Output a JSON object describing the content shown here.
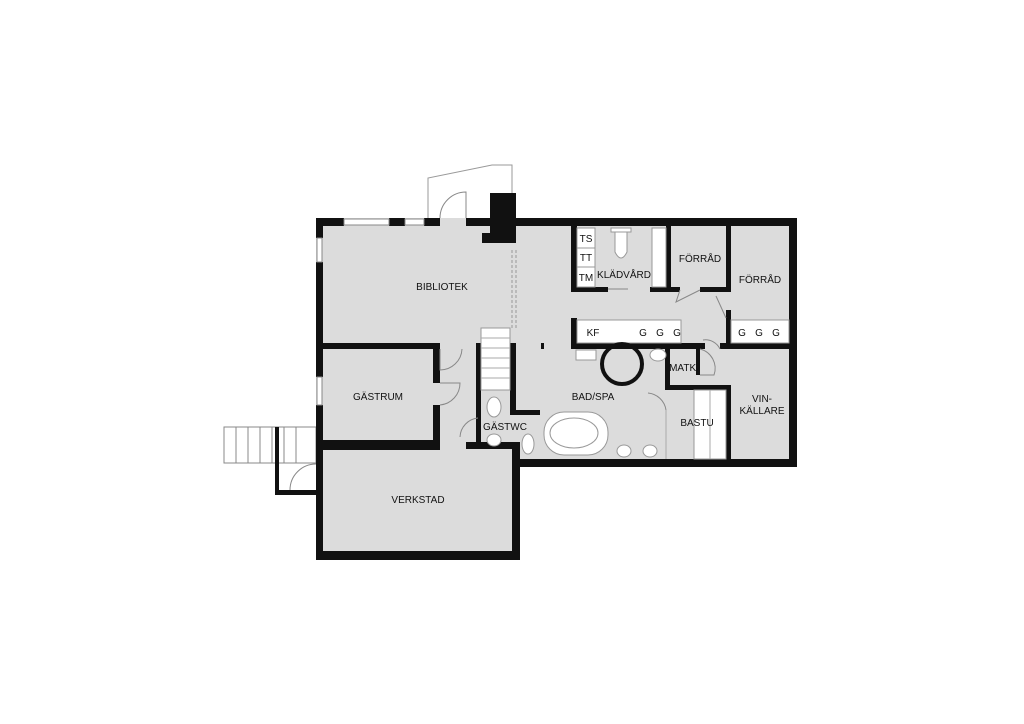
{
  "rooms": {
    "bibliotek": "BIBLIOTEK",
    "gastrum": "GÄSTRUM",
    "verkstad": "VERKSTAD",
    "gastwc": "GÄSTWC",
    "badspa": "BAD/SPA",
    "kladvard": "KLÄDVÅRD",
    "forrad1": "FÖRRÅD",
    "forrad2": "FÖRRÅD",
    "matk": "MATK.",
    "bastu": "BASTU",
    "vinkallare_1": "VIN-",
    "vinkallare_2": "KÄLLARE"
  },
  "fixtures": {
    "ts": "TS",
    "tt": "TT",
    "tm": "TM",
    "kf": "KF",
    "g": "G"
  },
  "colors": {
    "floor": "#dcdcdc",
    "wall": "#111111"
  }
}
